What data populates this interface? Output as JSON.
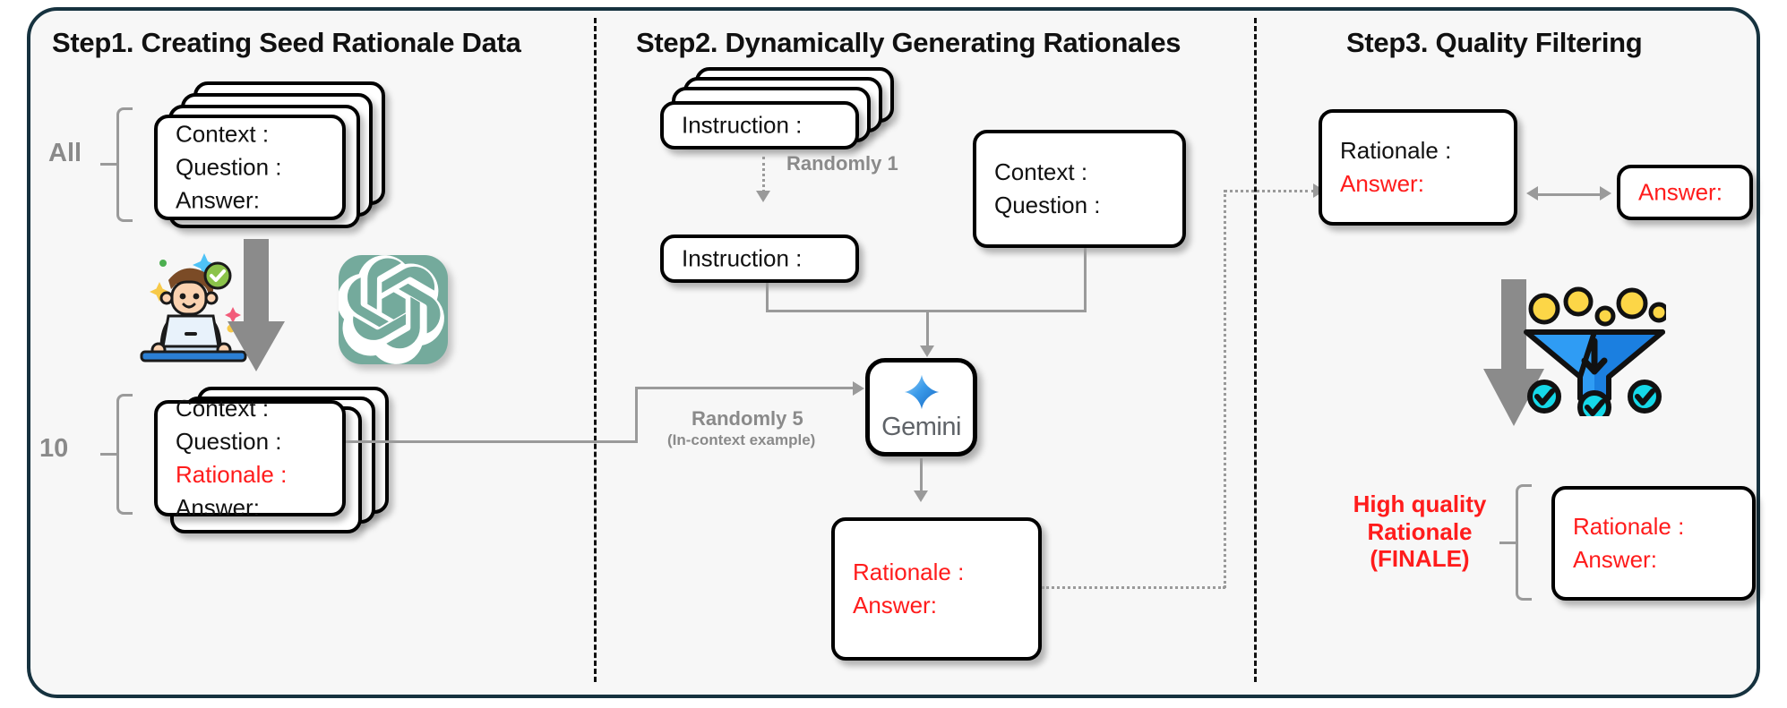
{
  "figure": {
    "frame_color": "#16323f",
    "background": "#f7f7f7",
    "accent_red": "#ff1c1c",
    "gray": "#9a9a9a",
    "openai_teal": "#74aa9c",
    "funnel_blue": "#2f9cf4",
    "check_cyan": "#15d8e8",
    "coin_yellow": "#fcd647"
  },
  "steps": {
    "step1": {
      "title": "Step1. Creating Seed Rationale Data",
      "top_bracket_label": "All",
      "bottom_bracket_label": "10",
      "top_card": {
        "line1": "Context :",
        "line2": "Question :",
        "line3": "Answer:"
      },
      "bottom_card": {
        "line1": "Context :",
        "line2": "Question :",
        "line3": "Rationale :",
        "line4": "Answer:"
      },
      "icons": {
        "person": "person-at-laptop-icon",
        "verified": "green-check-badge-icon",
        "model": "openai-logo-icon"
      }
    },
    "step2": {
      "title": "Step2. Dynamically Generating Rationales",
      "instruction_stack": {
        "line1": "Instruction :"
      },
      "instruction_single": {
        "line1": "Instruction :"
      },
      "context_card": {
        "line1": "Context :",
        "line2": "Question :"
      },
      "randomly_1_label": "Randomly 1",
      "randomly_5_label": "Randomly 5",
      "randomly_5_sublabel": "(In-context example)",
      "model": {
        "name": "Gemini",
        "icon": "gemini-sparkle-icon"
      },
      "output_card": {
        "line1": "Rationale :",
        "line2": "Answer:"
      }
    },
    "step3": {
      "title": "Step3. Quality Filtering",
      "rationale_card": {
        "line1": "Rationale :",
        "line2": "Answer:"
      },
      "answer_card": {
        "line1": "Answer:"
      },
      "filter_icon": "funnel-filter-icon",
      "final_label_line1": "High quality",
      "final_label_line2": "Rationale",
      "final_label_line3": "(FINALE)",
      "final_card": {
        "line1": "Rationale :",
        "line2": "Answer:"
      }
    }
  }
}
